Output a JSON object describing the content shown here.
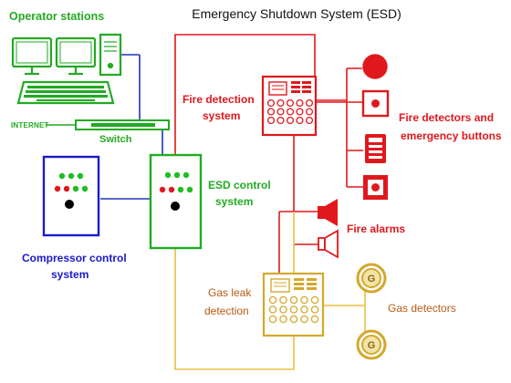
{
  "title": "Emergency Shutdown System (ESD)",
  "labels": {
    "operator_stations": "Operator stations",
    "internet": "INTERNET",
    "switch": "Switch",
    "compressor_line1": "Compressor control",
    "compressor_line2": "system",
    "esd_line1": "ESD control",
    "esd_line2": "system",
    "fire_detection_line1": "Fire detection",
    "fire_detection_line2": "system",
    "fire_detectors_line1": "Fire detectors and",
    "fire_detectors_line2": "emergency buttons",
    "fire_alarms": "Fire alarms",
    "gas_leak_line1": "Gas leak",
    "gas_leak_line2": "detection",
    "gas_detectors": "Gas detectors"
  },
  "colors": {
    "operator": "#22aa22",
    "network": "#2233bb",
    "compressor": "#1a1acc",
    "esd": "#22aa22",
    "fire": "#e0181c",
    "gas": "#d4a82a",
    "gas_text": "#b85a12"
  }
}
